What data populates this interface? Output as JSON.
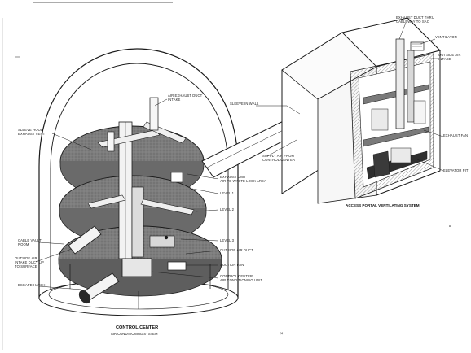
{
  "labels": {
    "exhaust_duct_thru": "EXHAUST DUCT THRU\nCABLEWAY TO SAC",
    "ventilator": "VENTILATOR",
    "outside_air_intake": "OUTSIDE AIR\nINTAKE",
    "air_exhaust_duct_intake": "AIR EXHAUST DUCT\nINTAKE",
    "sleeve_in_wall": "SLEEVE IN WALL",
    "exhaust_fan": "EXHAUST FAN",
    "elevator_pit": "ELEVATOR PIT",
    "supply_air_from": "SUPPLY AIR FROM\nCONTROL CENTER",
    "sleeve_hood_exhaust_vent": "SLEEVE HOOD\nEXHAUST VENT",
    "exhaust_unit": "EXHAUST UNIT\nAIR TO WASTE LOCK AREA",
    "level_1": "LEVEL 1",
    "level_2": "LEVEL 2",
    "level_3": "LEVEL 3",
    "outside_air_duct": "OUTSIDE AIR DUCT",
    "suction_fan": "SUCTION FAN",
    "control_center_ac_unit": "CONTROL CENTER\nAIR CONDITIONING UNIT",
    "cable_vault_room": "CABLE VAULT\nROOM",
    "outside_air_intake_duct": "OUTSIDE AIR\nINTAKE DUCT UP\nTO SURFACE",
    "escape_hatch": "ESCAPE HATCH"
  },
  "captions": {
    "access_portal": "ACCESS PORTAL VENTILATING SYSTEM",
    "control_center_title": "CONTROL CENTER",
    "control_center_sub": "AIR CONDITIONING SYSTEM"
  },
  "colors": {
    "ink": "#1a1a1a",
    "floor_shade": "#8a8a8a",
    "dark_shade": "#3a3a3a",
    "paper": "#ffffff"
  }
}
